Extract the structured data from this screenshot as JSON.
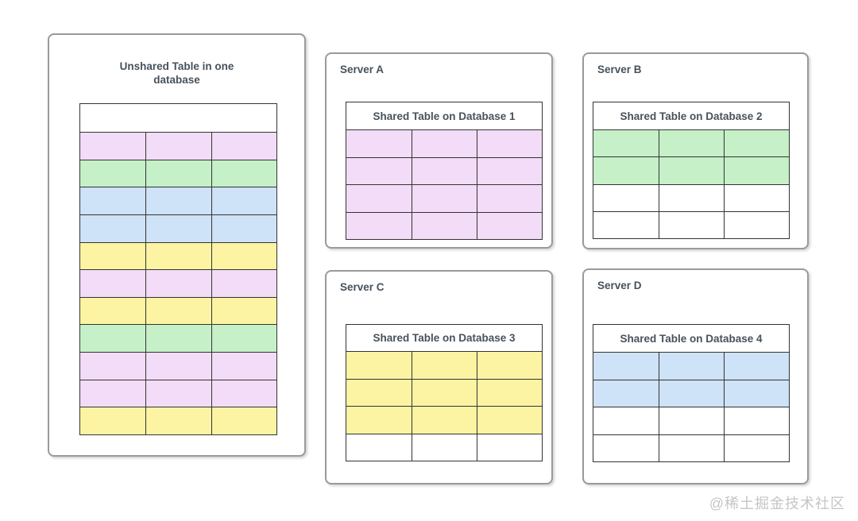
{
  "diagram": {
    "table_columns": 3,
    "colors": {
      "pink": "#F2DCF7",
      "green": "#C6F0C8",
      "blue": "#CEE2F8",
      "yellow": "#FCF4A3",
      "white": "#FFFFFF",
      "cell_border": "#333333",
      "panel_border": "#9a9a9a",
      "title_text": "#47525c",
      "watermark_text": "#c5c5c5"
    },
    "unsharded_panel": {
      "title": "Unshared Table in one database",
      "rows": [
        "pink",
        "green",
        "blue",
        "blue",
        "yellow",
        "pink",
        "yellow",
        "green",
        "pink",
        "pink",
        "yellow"
      ]
    },
    "servers": [
      {
        "name": "Server A",
        "table_title": "Shared Table on Database 1",
        "rows": [
          "pink",
          "pink",
          "pink",
          "pink"
        ]
      },
      {
        "name": "Server B",
        "table_title": "Shared Table on Database 2",
        "rows": [
          "green",
          "green",
          "white",
          "white"
        ]
      },
      {
        "name": "Server C",
        "table_title": "Shared Table on Database 3",
        "rows": [
          "yellow",
          "yellow",
          "yellow",
          "white"
        ]
      },
      {
        "name": "Server D",
        "table_title": "Shared Table on Database 4",
        "rows": [
          "blue",
          "blue",
          "white",
          "white"
        ]
      }
    ],
    "watermark": "@稀土掘金技术社区"
  }
}
